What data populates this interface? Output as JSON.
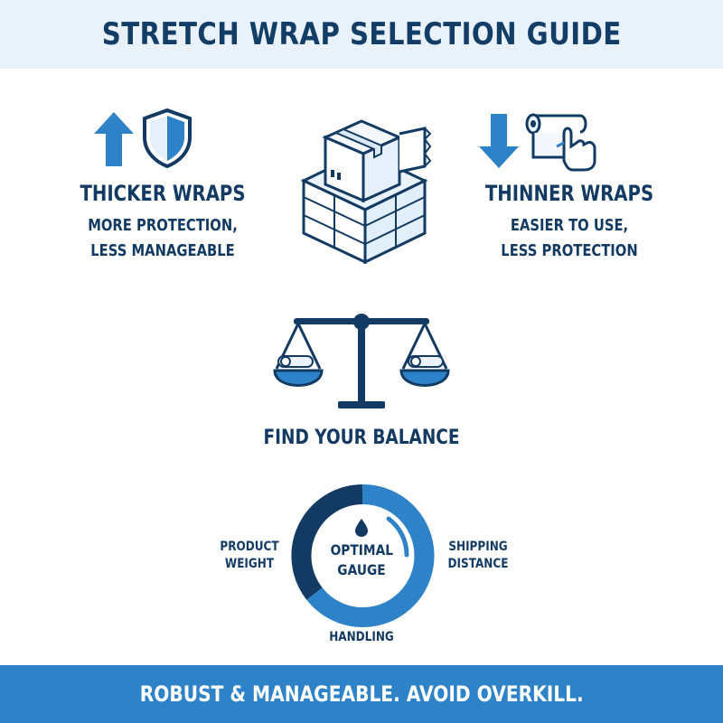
{
  "header": {
    "title": "STRETCH WRAP SELECTION GUIDE"
  },
  "thicker": {
    "title": "THICKER WRAPS",
    "line1": "MORE PROTECTION,",
    "line2": "LESS MANAGEABLE",
    "icons": [
      "arrow-up-icon",
      "shield-icon"
    ]
  },
  "center_icon": "wrapped-boxes-pallet-icon",
  "thinner": {
    "title": "THINNER WRAPS",
    "line1": "EASIER TO USE,",
    "line2": "LESS PROTECTION",
    "icons": [
      "arrow-down-icon",
      "film-roll-hand-icon"
    ]
  },
  "balance": {
    "title": "FIND YOUR BALANCE",
    "icon": "balance-scale-icon"
  },
  "gauge": {
    "center_line1": "OPTIMAL",
    "center_line2": "GAUGE",
    "left_line1": "PRODUCT",
    "left_line2": "WEIGHT",
    "right_line1": "SHIPPING",
    "right_line2": "DISTANCE",
    "bottom": "HANDLING",
    "icon": "droplet-icon"
  },
  "footer": {
    "text": "ROBUST & MANAGEABLE. AVOID OVERKILL."
  },
  "colors": {
    "navy": "#133a63",
    "blue": "#2e82c8",
    "light_bg": "#e9f1fa"
  }
}
